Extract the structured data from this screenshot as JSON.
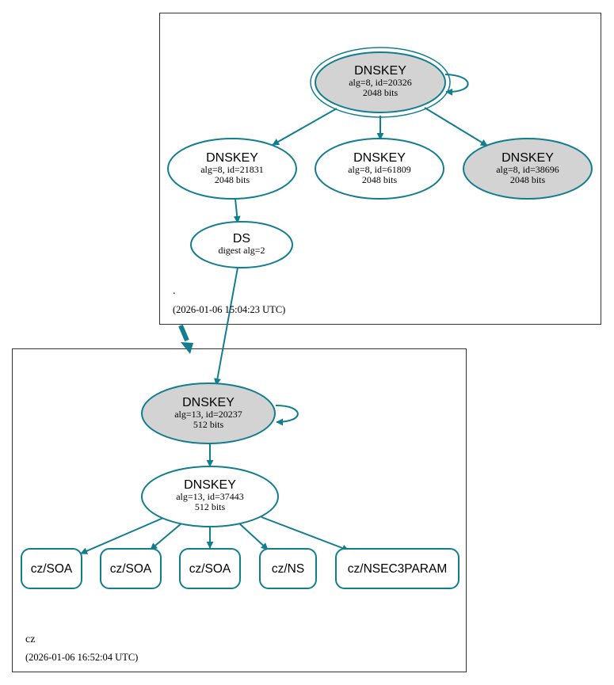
{
  "colors": {
    "edge": "#127d8f",
    "node_fill_grey": "#d3d3d3",
    "node_fill_white": "#ffffff",
    "cluster_border": "#333333"
  },
  "zones": {
    "root": {
      "label": ".",
      "timestamp": "(2026-01-06 15:04:23 UTC)"
    },
    "cz": {
      "label": "cz",
      "timestamp": "(2026-01-06 16:52:04 UTC)"
    }
  },
  "nodes": {
    "root_ksk": {
      "title": "DNSKEY",
      "line1": "alg=8, id=20326",
      "line2": "2048 bits"
    },
    "root_zsk1": {
      "title": "DNSKEY",
      "line1": "alg=8, id=21831",
      "line2": "2048 bits"
    },
    "root_zsk2": {
      "title": "DNSKEY",
      "line1": "alg=8, id=61809",
      "line2": "2048 bits"
    },
    "root_key3": {
      "title": "DNSKEY",
      "line1": "alg=8, id=38696",
      "line2": "2048 bits"
    },
    "ds": {
      "title": "DS",
      "line1": "digest alg=2"
    },
    "cz_ksk": {
      "title": "DNSKEY",
      "line1": "alg=13, id=20237",
      "line2": "512 bits"
    },
    "cz_zsk": {
      "title": "DNSKEY",
      "line1": "alg=13, id=37443",
      "line2": "512 bits"
    }
  },
  "rrsets": [
    {
      "label": "cz/SOA"
    },
    {
      "label": "cz/SOA"
    },
    {
      "label": "cz/SOA"
    },
    {
      "label": "cz/NS"
    },
    {
      "label": "cz/NSEC3PARAM"
    }
  ]
}
